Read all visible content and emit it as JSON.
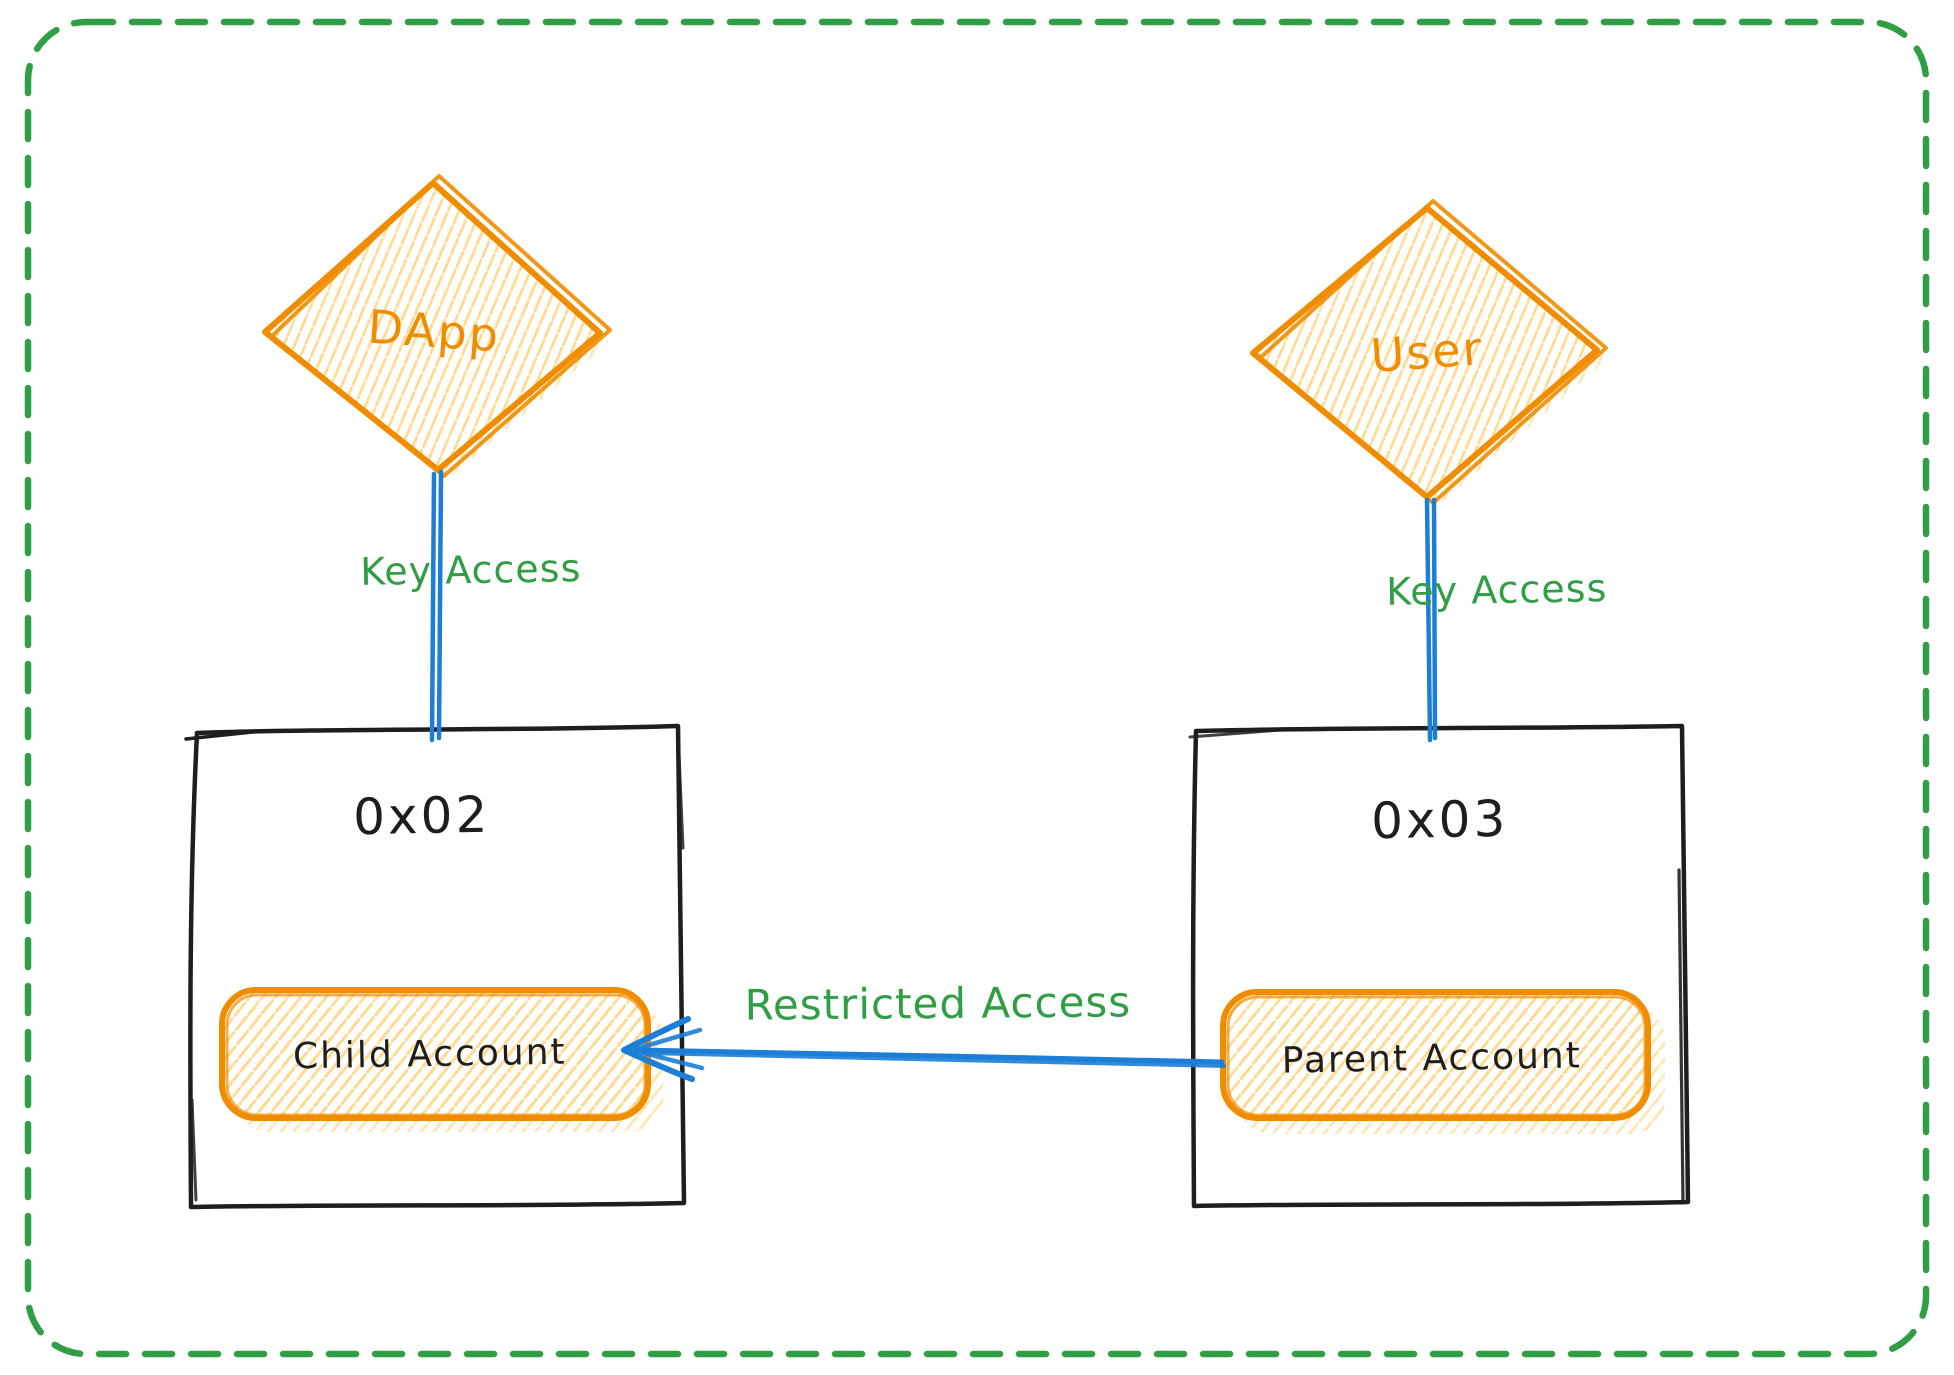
{
  "palette": {
    "canvas_border_green": "#2f9e44",
    "edge_label_green": "#2f9e44",
    "shape_orange_stroke": "#f08c00",
    "shape_orange_hatch": "#ffd98c",
    "connector_blue": "#1c7ed6",
    "box_black": "#1e1e1e",
    "background": "#ffffff"
  },
  "nodes": {
    "dapp": {
      "label": "DApp",
      "shape": "diamond"
    },
    "user": {
      "label": "User",
      "shape": "diamond"
    },
    "left_account": {
      "address": "0x02",
      "sub_account": "Child Account"
    },
    "right_account": {
      "address": "0x03",
      "sub_account": "Parent Account"
    }
  },
  "edges": {
    "dapp_to_left": {
      "label": "Key Access",
      "from": "DApp",
      "to": "0x02"
    },
    "user_to_right": {
      "label": "Key Access",
      "from": "User",
      "to": "0x03"
    },
    "right_to_left": {
      "label": "Restricted Access",
      "from": "Parent Account",
      "to": "Child Account"
    }
  }
}
